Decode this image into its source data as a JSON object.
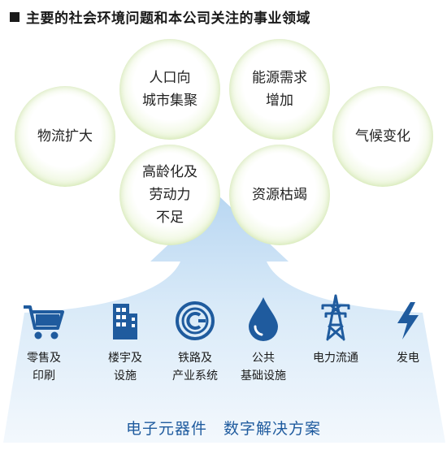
{
  "title": "主要的社会环境问题和本公司关注的事业领域",
  "bubbles": [
    {
      "id": "urban",
      "label": "人口向\n城市集聚"
    },
    {
      "id": "energy",
      "label": "能源需求\n增加"
    },
    {
      "id": "logistics",
      "label": "物流扩大"
    },
    {
      "id": "climate",
      "label": "气候变化"
    },
    {
      "id": "aging",
      "label": "高龄化及\n劳动力\n不足"
    },
    {
      "id": "resources",
      "label": "资源枯竭"
    }
  ],
  "fields": [
    {
      "id": "retail",
      "icon": "shopping-cart-icon",
      "label": "零售及\n印刷"
    },
    {
      "id": "building",
      "icon": "building-icon",
      "label": "楼宇及\n设施"
    },
    {
      "id": "railway",
      "icon": "train-wheel-icon",
      "label": "铁路及\n产业系统"
    },
    {
      "id": "infra",
      "icon": "water-drop-icon",
      "label": "公共\n基础设施"
    },
    {
      "id": "power",
      "icon": "power-tower-icon",
      "label": "电力流通"
    },
    {
      "id": "generation",
      "icon": "lightning-icon",
      "label": "发电"
    }
  ],
  "bottom_text": "电子元器件　数字解决方案",
  "colors": {
    "icon_blue": "#1f5b9e",
    "arrow_light": "#e8f2fb",
    "arrow_mid": "#b8d6f1",
    "bubble_green": "#cfe8a7"
  }
}
